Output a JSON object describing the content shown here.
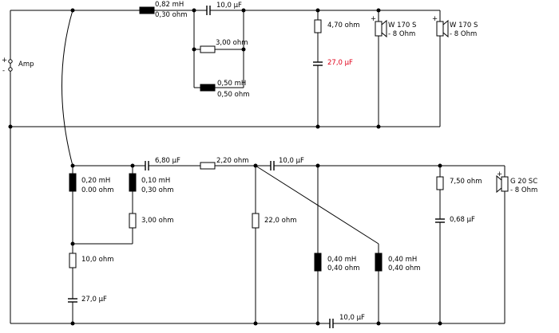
{
  "amp": {
    "label": "Amp",
    "plus": "+",
    "minus": "-"
  },
  "speakers": [
    {
      "plus": "+",
      "name": "W 170 S",
      "impedance": "- 8 Ohm"
    },
    {
      "plus": "+",
      "name": "W 170 S",
      "impedance": "- 8 Ohm"
    },
    {
      "plus": "+",
      "name": "G 20 SC",
      "impedance": "- 8 Ohm"
    }
  ],
  "upper": {
    "l_series": {
      "l": "0,82 mH",
      "r": "0,30 ohm"
    },
    "c_series": "10,0 µF",
    "r_parallel": "3,00 ohm",
    "l_parallel": {
      "l": "0,50 mH",
      "r": "0,50 ohm"
    },
    "zobel_r": "4,70 ohm",
    "zobel_c": "27,0 µF"
  },
  "lower": {
    "l_shunt": {
      "l": "0,20 mH",
      "r": "0.00 ohm"
    },
    "r_shunt": "10,0 ohm",
    "c_shunt": "27,0 µF",
    "c1": "6,80 µF",
    "l_trap": {
      "l": "0,10 mH",
      "r": "0,30 ohm"
    },
    "r_trap": "3,00 ohm",
    "r_series": "2,20 ohm",
    "c2": "10,0 µF",
    "r_shunt2": "22,0 ohm",
    "l_shunt2": {
      "l": "0,40 mH",
      "r": "0,40 ohm"
    },
    "l_shunt3": {
      "l": "0,40 mH",
      "r": "0,40 ohm"
    },
    "c_bottom": "10,0 µF",
    "zobel_r": "7,50 ohm",
    "zobel_c": "0,68 µF"
  },
  "colors": {
    "wire": "#000000",
    "highlight": "#e0001a"
  }
}
